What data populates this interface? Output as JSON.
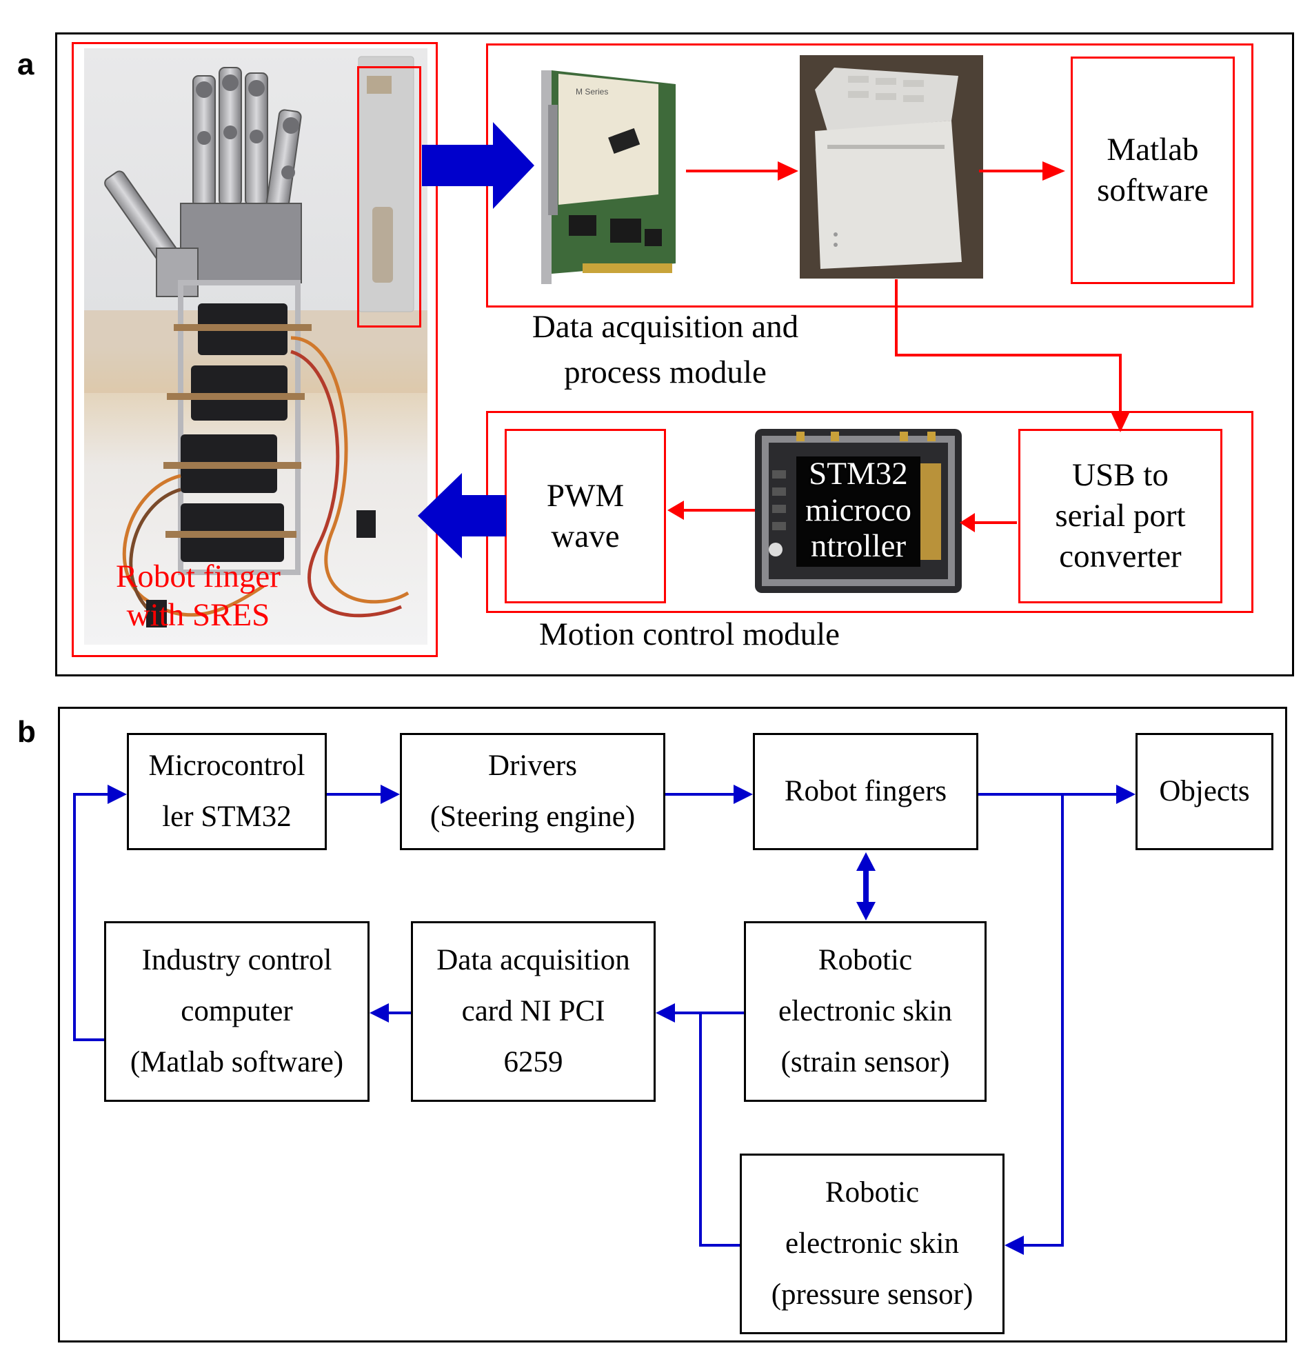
{
  "panel_a": {
    "label": "a",
    "robot_caption": [
      "Robot finger",
      "with SRES"
    ],
    "daq_caption": [
      "Data acquisition and",
      "process module"
    ],
    "motion_caption": "Motion control module",
    "matlab_box": [
      "Matlab",
      "software"
    ],
    "stm32_label": [
      "STM32",
      "microco",
      "ntroller"
    ],
    "usb_box": [
      "USB to",
      "serial port",
      "converter"
    ],
    "pwm_box": [
      "PWM",
      "wave"
    ],
    "daq_card_print": "M Series",
    "colors": {
      "red": "#ff0000",
      "blue": "#0000cc"
    }
  },
  "panel_b": {
    "label": "b",
    "boxes": {
      "microcontroller": [
        "Microcontrol",
        "ler STM32"
      ],
      "drivers": [
        "Drivers",
        "(Steering engine)"
      ],
      "robot_fingers": [
        "Robot fingers"
      ],
      "objects": [
        "Objects"
      ],
      "industry_computer": [
        "Industry control",
        "computer",
        "(Matlab software)"
      ],
      "daq_card": [
        "Data acquisition",
        "card NI PCI",
        "6259"
      ],
      "strain_skin": [
        "Robotic",
        "electronic skin",
        "(strain sensor)"
      ],
      "pressure_skin": [
        "Robotic",
        "electronic skin",
        "(pressure sensor)"
      ]
    },
    "arrow_color": "#0000cc"
  }
}
